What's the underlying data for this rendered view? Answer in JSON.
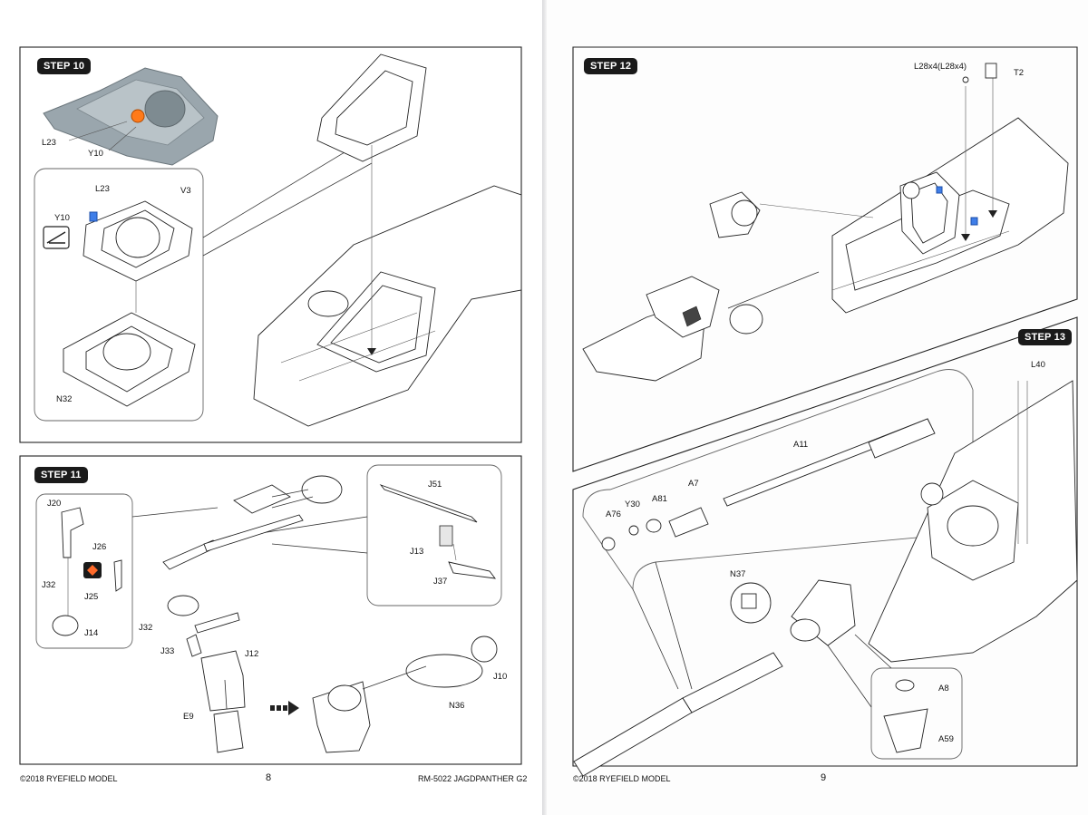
{
  "left_page": {
    "steps": [
      {
        "id": "step-10",
        "title": "STEP 10",
        "labels": {
          "l23_photo": "L23",
          "y10_photo": "Y10",
          "l23": "L23",
          "v3": "V3",
          "y10": "Y10",
          "n32": "N32"
        }
      },
      {
        "id": "step-11",
        "title": "STEP 11",
        "labels": {
          "j20": "J20",
          "j26": "J26",
          "j32a": "J32",
          "j25": "J25",
          "j14": "J14",
          "j51": "J51",
          "j13": "J13",
          "j37": "J37",
          "j32b": "J32",
          "j33": "J33",
          "j12": "J12",
          "e9": "E9",
          "n36": "N36",
          "j10": "J10"
        }
      }
    ],
    "footer": {
      "copyright": "©2018 RYEFIELD MODEL",
      "page_number": "8",
      "product": "RM-5022 JAGDPANTHER G2"
    }
  },
  "right_page": {
    "steps": [
      {
        "id": "step-12",
        "title": "STEP 12",
        "labels": {
          "l28": "L28x4(L28x4)",
          "t2": "T2"
        }
      },
      {
        "id": "step-13",
        "title": "STEP 13",
        "labels": {
          "l40": "L40",
          "a11": "A11",
          "a76": "A76",
          "y30": "Y30",
          "a81": "A81",
          "a7": "A7",
          "n37": "N37",
          "a8": "A8",
          "a59": "A59"
        }
      }
    ],
    "footer": {
      "copyright": "©2018 RYEFIELD MODEL",
      "page_number": "9"
    }
  },
  "icons": {
    "glue": "glue-icon",
    "photo_etch": "photo-etch-icon",
    "assembly_arrow": "assembly-arrow-icon"
  },
  "colors": {
    "step_badge": "#1a1a1a",
    "resin_part": "#ff7a1a",
    "photo_etch": "#3f7ee8",
    "grey_casting": "#9aa6ad"
  }
}
